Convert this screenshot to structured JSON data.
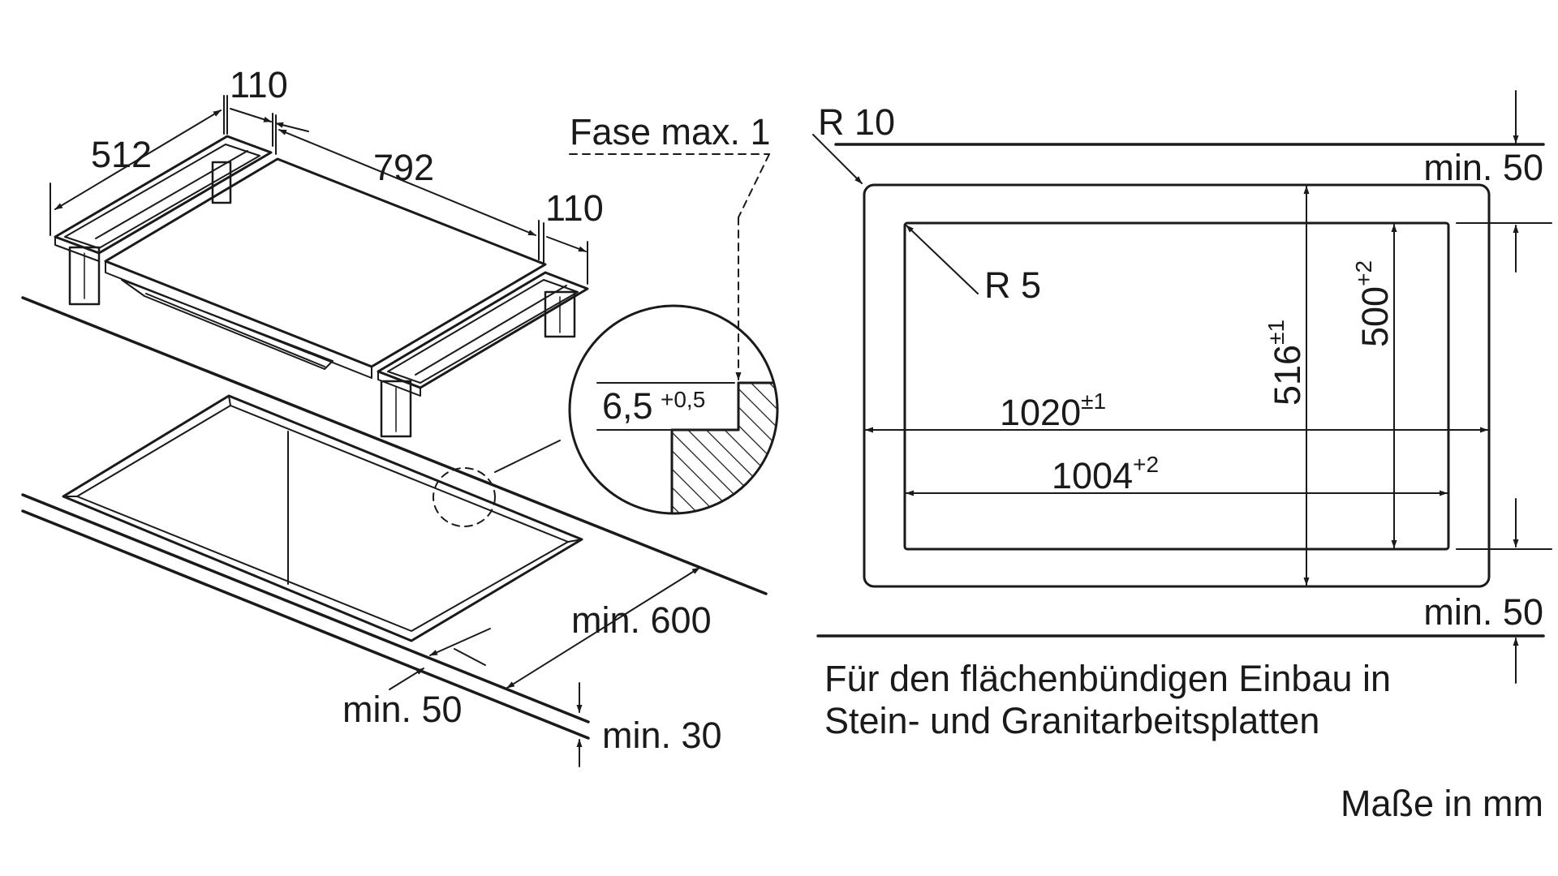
{
  "left_view": {
    "dim_110_top": "110",
    "dim_512": "512",
    "dim_792": "792",
    "dim_110_right": "110",
    "min_600": "min. 600",
    "min_50": "min. 50",
    "min_30": "min. 30"
  },
  "detail": {
    "fase_label": "Fase max. 1",
    "depth_base": "6,5",
    "depth_tol": "+0,5"
  },
  "right_view": {
    "r10": "R 10",
    "r5": "R 5",
    "min_50_top": "min. 50",
    "min_50_bottom": "min. 50",
    "w1020": "1020",
    "w1020_tol": "±1",
    "w1004": "1004",
    "w1004_tol": "+2",
    "h516": "516",
    "h516_tol": "±1",
    "h500": "500",
    "h500_tol": "+2",
    "caption_line1": "Für den flächenbündigen Einbau in",
    "caption_line2": "Stein- und Granitarbeitsplatten"
  },
  "units_note": "Maße in mm",
  "colors": {
    "ink": "#1a1a1a",
    "background": "#ffffff"
  }
}
